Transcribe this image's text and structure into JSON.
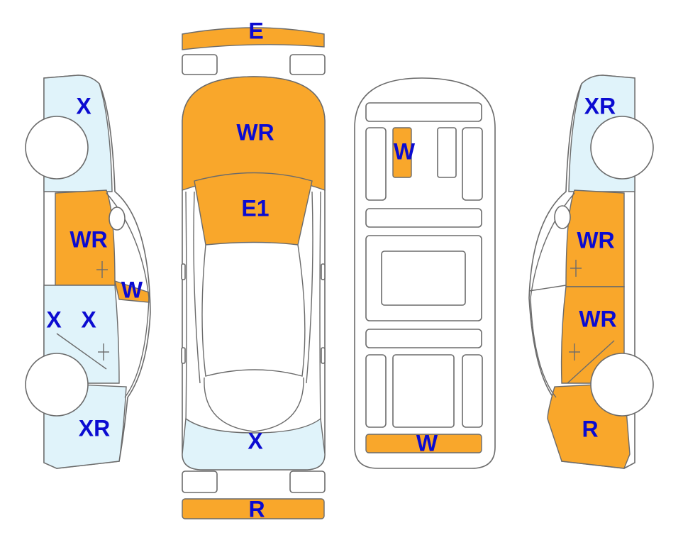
{
  "colors": {
    "category_primary": "#f9a72b",
    "category_secondary": "#e0f3fa",
    "label_text": "#0b0bd1",
    "outline": "#6b6b6b",
    "background": "#ffffff"
  },
  "left_view": {
    "labels": {
      "front": "X",
      "front_door": "WR",
      "mirror": "W",
      "rear_door": "X",
      "rocker": "X",
      "rear_quarter": "XR"
    }
  },
  "top_view": {
    "labels": {
      "front_bumper": "E",
      "hood": "WR",
      "windshield": "E1",
      "trunk": "X",
      "rear_bumper": "R"
    }
  },
  "underbody_view": {
    "labels": {
      "front_panel": "W",
      "rear_panel": "W"
    }
  },
  "right_view": {
    "labels": {
      "front": "XR",
      "front_door": "WR",
      "rear_door": "WR",
      "rear_quarter": "R"
    }
  }
}
